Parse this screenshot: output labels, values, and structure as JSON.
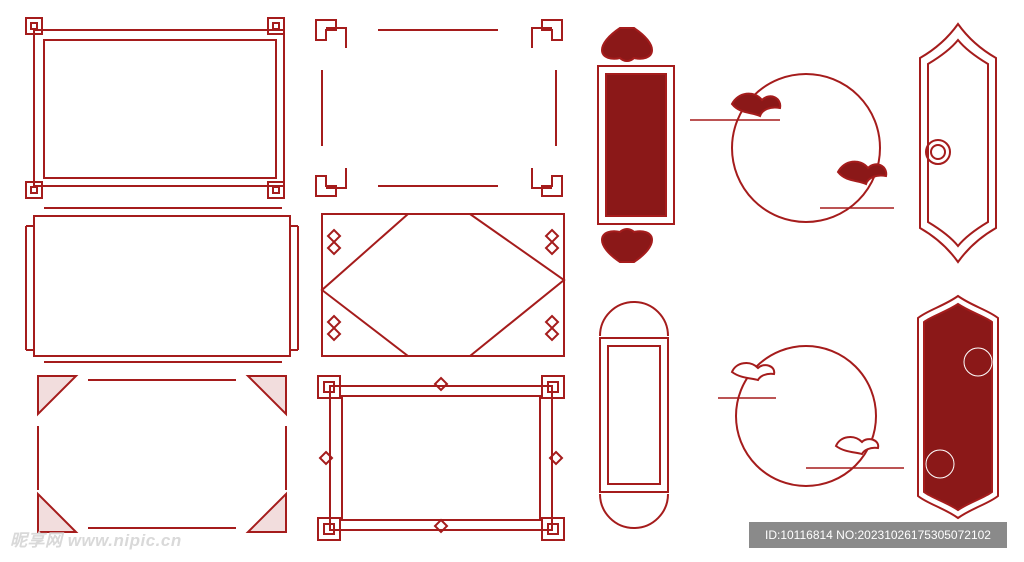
{
  "palette": {
    "frame_red": "#a51c1c",
    "fill_red": "#8b1818",
    "light_pink": "#d9a3a3",
    "background": "#ffffff"
  },
  "watermark": {
    "text": "昵享网 www.nipic.cn"
  },
  "id_bar": {
    "text": "ID:10116814 NO:20231026175305072102"
  },
  "frames": [
    {
      "name": "rect-frame-corner-keys"
    },
    {
      "name": "rect-frame-lattice-corners"
    },
    {
      "name": "rect-frame-stepped-corners"
    },
    {
      "name": "octagon-frame-diamonds"
    },
    {
      "name": "triangle-corner-frame"
    },
    {
      "name": "double-frame-square-corners"
    },
    {
      "name": "scroll-panel-filled"
    },
    {
      "name": "circle-cloud-frame-top"
    },
    {
      "name": "ornate-arch-panel"
    },
    {
      "name": "scroll-panel-outline"
    },
    {
      "name": "circle-cloud-frame-bottom"
    },
    {
      "name": "rounded-panel-filled"
    }
  ]
}
